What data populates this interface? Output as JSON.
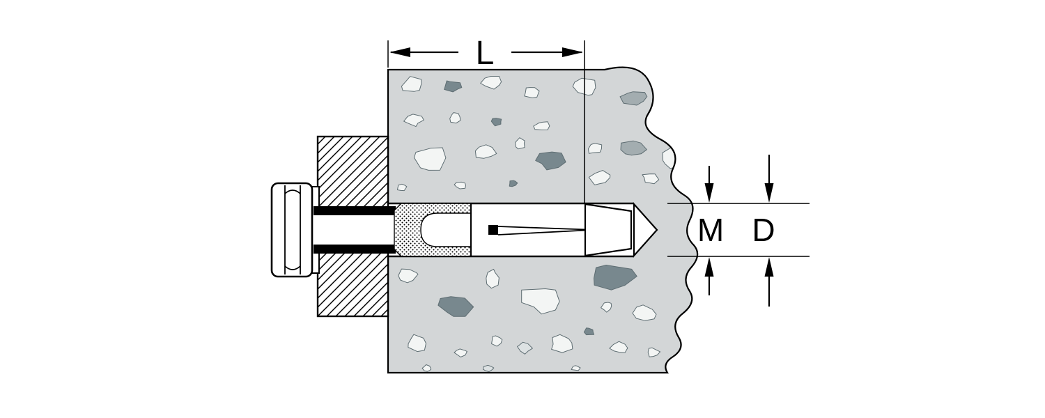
{
  "diagram": {
    "description": "Section drawing of an expansion anchor bolt with hex nut set through a fixture plate into drilled concrete",
    "labels": {
      "length": "L",
      "thread_diameter": "M",
      "drill_diameter": "D"
    },
    "colors": {
      "background": "#ffffff",
      "line": "#000000",
      "concrete": "#d3d6d7",
      "aggregate_white": "#f3f5f4",
      "aggregate_light": "#dde2e3",
      "aggregate_mid": "#a3adb0",
      "aggregate_dark": "#78888e",
      "stone_outline": "#5e6d72"
    }
  }
}
